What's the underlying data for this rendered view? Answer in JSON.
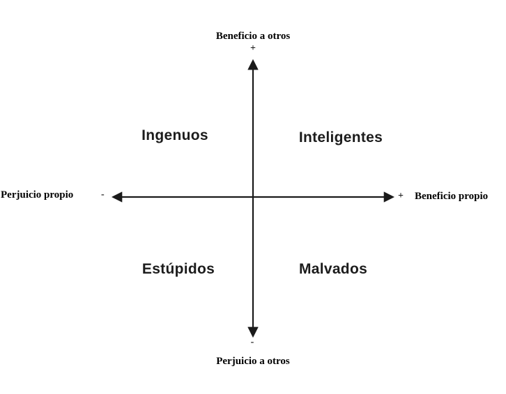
{
  "diagram": {
    "axes": {
      "top_label": "Beneficio a otros",
      "top_sign": "+",
      "bottom_label": "Perjuicio a otros",
      "bottom_sign": "-",
      "left_label": "Perjuicio propio",
      "left_sign": "-",
      "right_label": "Beneficio propio",
      "right_sign": "+"
    },
    "quadrants": {
      "top_left": "Ingenuos",
      "top_right": "Inteligentes",
      "bottom_left": "Estúpidos",
      "bottom_right": "Malvados"
    },
    "colors": {
      "axis": "#1a1a1a",
      "text": "#000000",
      "background": "#ffffff"
    }
  }
}
